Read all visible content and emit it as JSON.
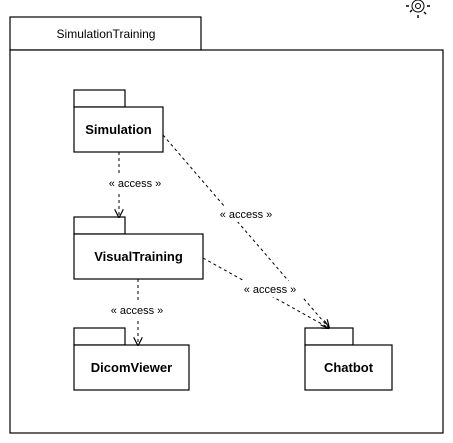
{
  "diagram": {
    "outer_package": {
      "label": "SimulationTraining"
    },
    "packages": [
      {
        "id": "simulation",
        "label": "Simulation"
      },
      {
        "id": "visualtraining",
        "label": "VisualTraining"
      },
      {
        "id": "dicomviewer",
        "label": "DicomViewer"
      },
      {
        "id": "chatbot",
        "label": "Chatbot"
      }
    ],
    "dependencies": [
      {
        "from": "Simulation",
        "to": "VisualTraining",
        "label": "« access »"
      },
      {
        "from": "Simulation",
        "to": "Chatbot",
        "label": "« access »"
      },
      {
        "from": "VisualTraining",
        "to": "DicomViewer",
        "label": "« access »"
      },
      {
        "from": "VisualTraining",
        "to": "Chatbot",
        "label": "« access »"
      }
    ],
    "corner_icon": "gear-icon",
    "colors": {
      "stroke": "#000000",
      "background": "#ffffff"
    }
  }
}
